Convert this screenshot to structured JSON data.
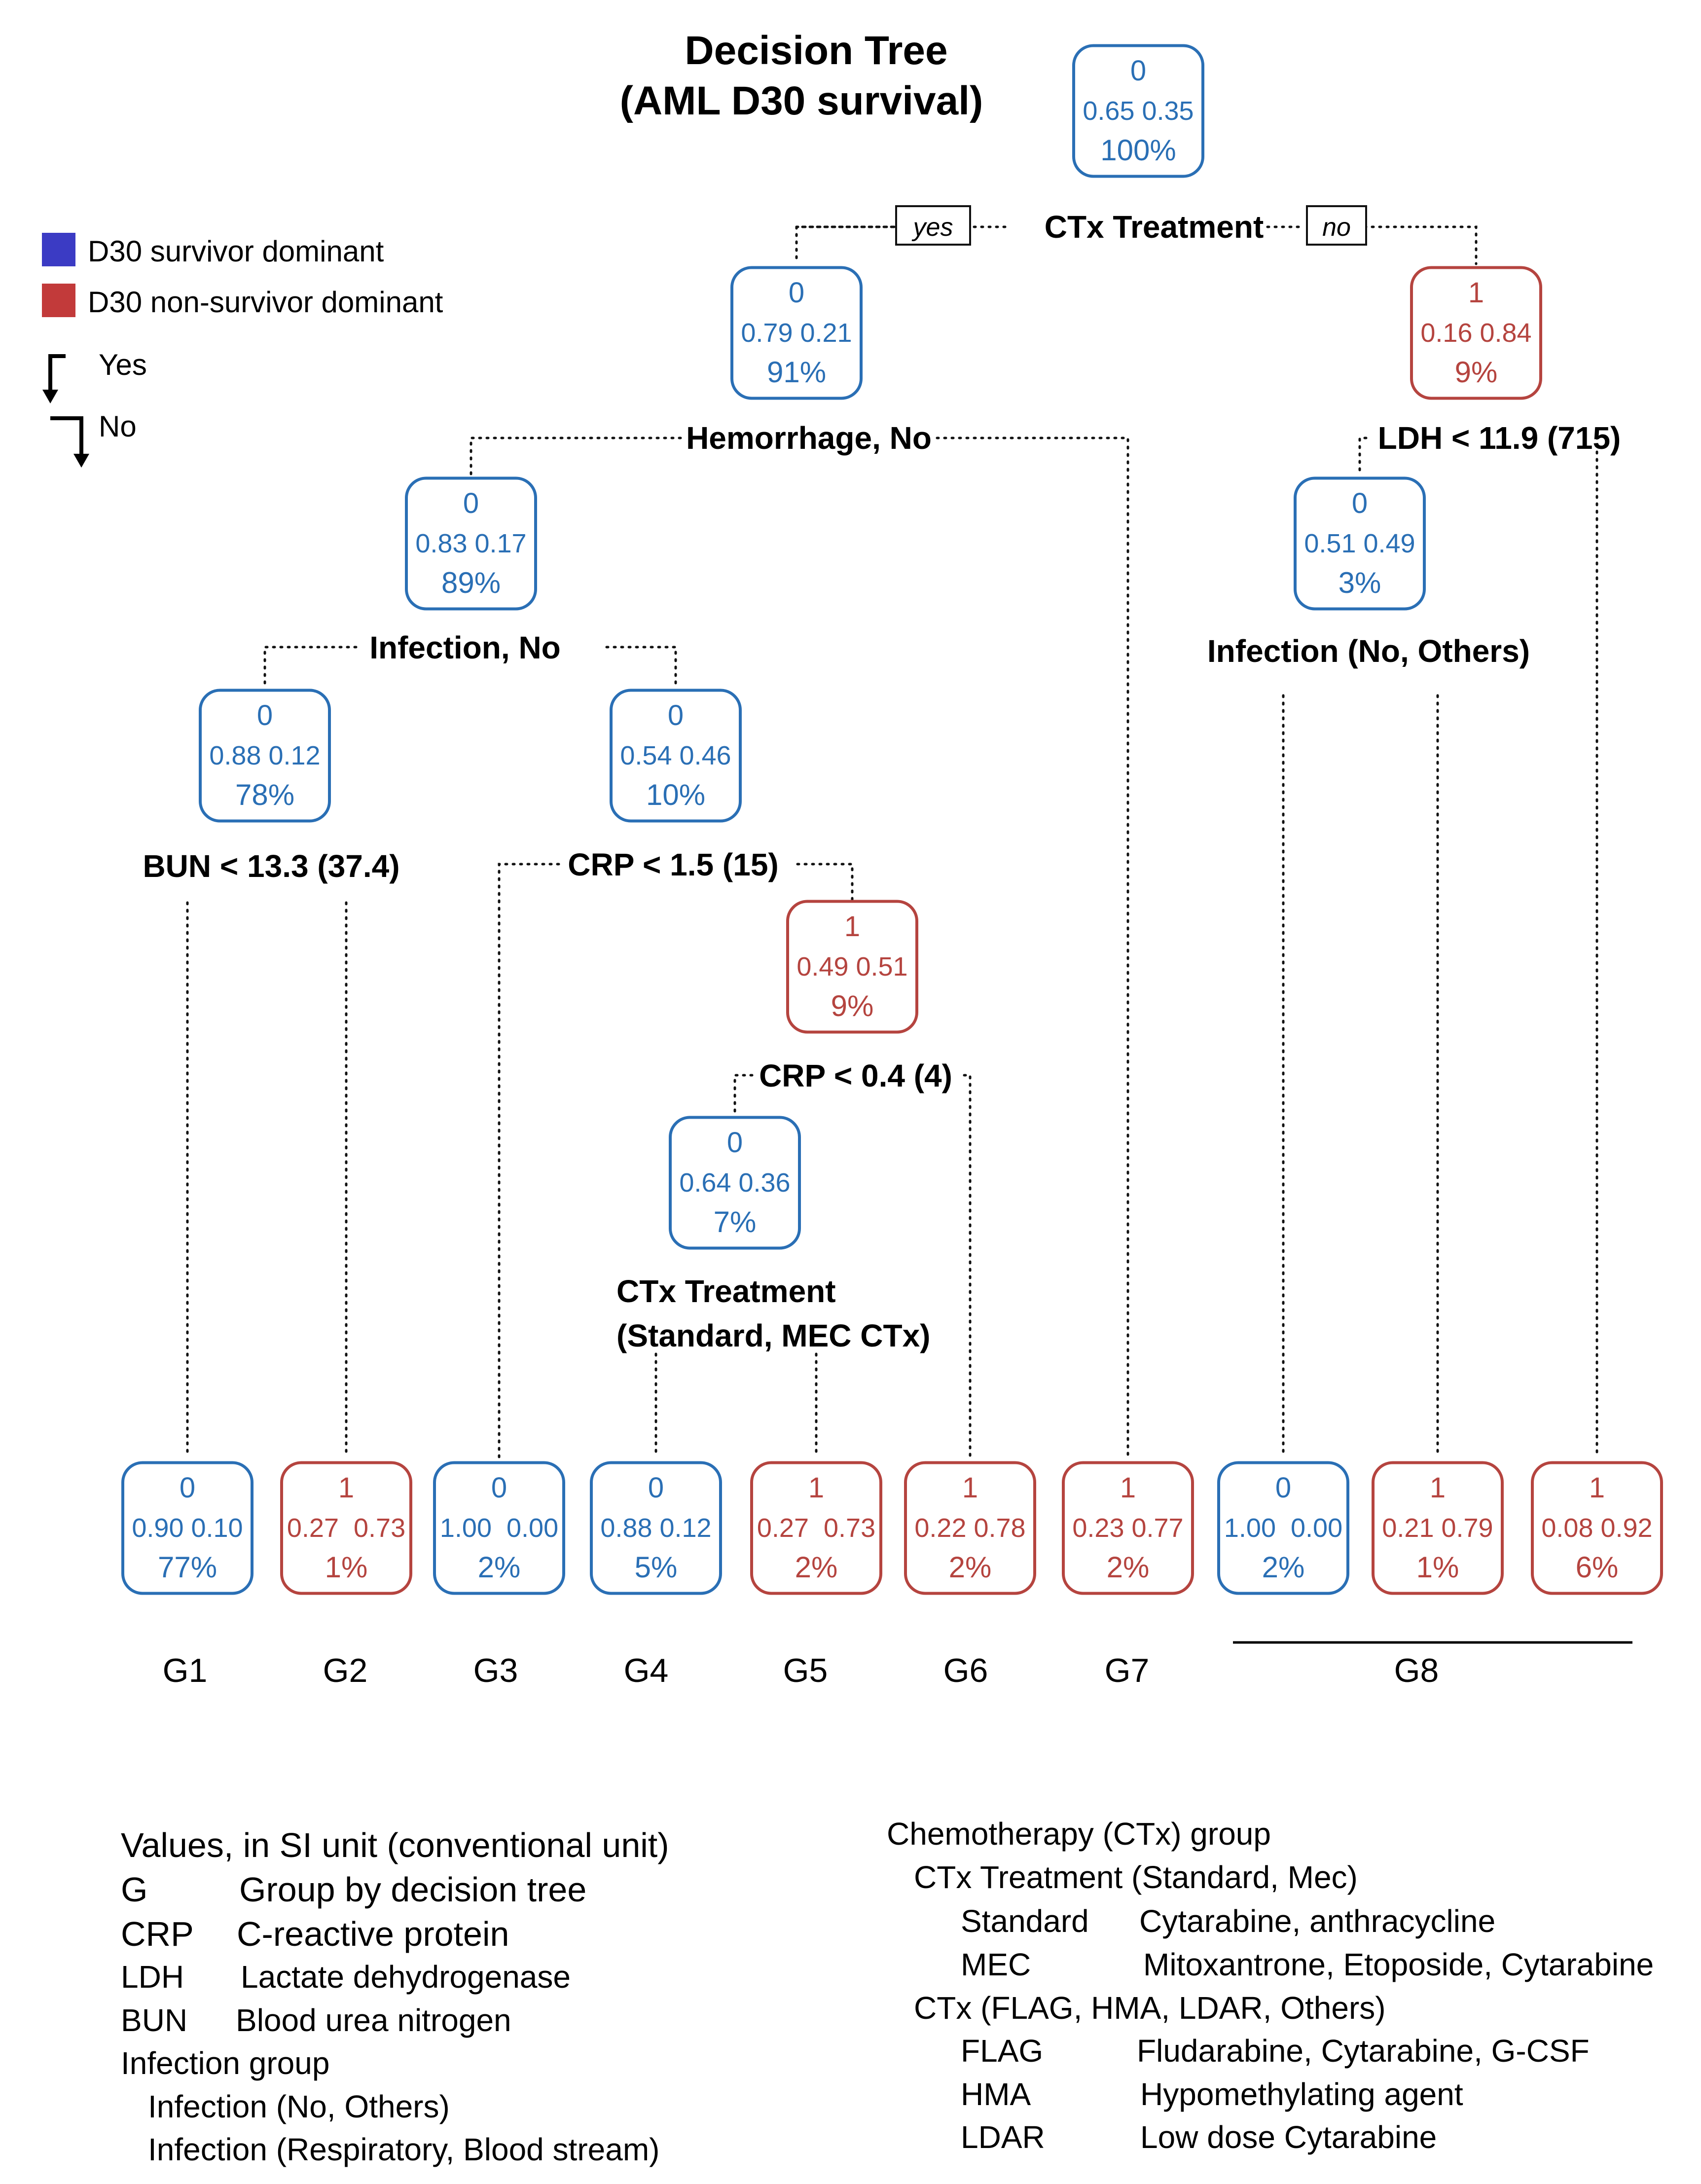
{
  "title": {
    "line1": "Decision Tree",
    "line2": "(AML D30 survival)"
  },
  "colors": {
    "survivor": "#2a6fb5",
    "non_survivor": "#b5443f",
    "survivor_swatch": "#3b3bc4",
    "non_survivor_swatch": "#c23a3a"
  },
  "legend": {
    "survivor_label": "D30 survivor dominant",
    "non_survivor_label": "D30 non-survivor dominant",
    "yes_label": "Yes",
    "no_label": "No"
  },
  "branch_labels": {
    "yes": "yes",
    "no": "no"
  },
  "nodes": [
    {
      "id": "root",
      "class": "0",
      "probs": "0.65 0.35",
      "pct": "100%",
      "dominant": "survivor"
    },
    {
      "id": "n2",
      "class": "0",
      "probs": "0.79 0.21",
      "pct": "91%",
      "dominant": "survivor"
    },
    {
      "id": "n3",
      "class": "1",
      "probs": "0.16 0.84",
      "pct": "9%",
      "dominant": "non_survivor"
    },
    {
      "id": "n4",
      "class": "0",
      "probs": "0.83 0.17",
      "pct": "89%",
      "dominant": "survivor"
    },
    {
      "id": "n6",
      "class": "0",
      "probs": "0.51 0.49",
      "pct": "3%",
      "dominant": "survivor"
    },
    {
      "id": "n8",
      "class": "0",
      "probs": "0.88 0.12",
      "pct": "78%",
      "dominant": "survivor"
    },
    {
      "id": "n9",
      "class": "0",
      "probs": "0.54 0.46",
      "pct": "10%",
      "dominant": "survivor"
    },
    {
      "id": "n19",
      "class": "1",
      "probs": "0.49 0.51",
      "pct": "9%",
      "dominant": "non_survivor"
    },
    {
      "id": "n38",
      "class": "0",
      "probs": "0.64 0.36",
      "pct": "7%",
      "dominant": "survivor"
    }
  ],
  "splits": [
    {
      "id": "s_root",
      "label": "CTx Treatment"
    },
    {
      "id": "s_n2",
      "label": "Hemorrhage, No"
    },
    {
      "id": "s_n3",
      "label": "LDH < 11.9 (715)"
    },
    {
      "id": "s_n4",
      "label": "Infection, No"
    },
    {
      "id": "s_n6",
      "label": "Infection (No, Others)"
    },
    {
      "id": "s_n8",
      "label": "BUN < 13.3 (37.4)"
    },
    {
      "id": "s_n9",
      "label": "CRP < 1.5 (15)"
    },
    {
      "id": "s_n19",
      "label": "CRP < 0.4 (4)"
    },
    {
      "id": "s_n38",
      "lines": [
        "CTx Treatment",
        "(Standard, MEC CTx)"
      ]
    }
  ],
  "leaves": [
    {
      "id": "L1",
      "class": "0",
      "probs": "0.90 0.10",
      "pct": "77%",
      "dominant": "survivor"
    },
    {
      "id": "L2",
      "class": "1",
      "probs": "0.27  0.73",
      "pct": "1%",
      "dominant": "non_survivor"
    },
    {
      "id": "L3",
      "class": "0",
      "probs": "1.00  0.00",
      "pct": "2%",
      "dominant": "survivor"
    },
    {
      "id": "L4",
      "class": "0",
      "probs": "0.88 0.12",
      "pct": "5%",
      "dominant": "survivor"
    },
    {
      "id": "L5",
      "class": "1",
      "probs": "0.27  0.73",
      "pct": "2%",
      "dominant": "non_survivor"
    },
    {
      "id": "L6",
      "class": "1",
      "probs": "0.22 0.78",
      "pct": "2%",
      "dominant": "non_survivor"
    },
    {
      "id": "L7",
      "class": "1",
      "probs": "0.23 0.77",
      "pct": "2%",
      "dominant": "non_survivor"
    },
    {
      "id": "L8",
      "class": "0",
      "probs": "1.00  0.00",
      "pct": "2%",
      "dominant": "survivor"
    },
    {
      "id": "L9",
      "class": "1",
      "probs": "0.21 0.79",
      "pct": "1%",
      "dominant": "non_survivor"
    },
    {
      "id": "L10",
      "class": "1",
      "probs": "0.08 0.92",
      "pct": "6%",
      "dominant": "non_survivor"
    }
  ],
  "groups": [
    "G1",
    "G2",
    "G3",
    "G4",
    "G5",
    "G6",
    "G7",
    "G8"
  ],
  "abbreviations_left": {
    "heading": "Values, in SI unit (conventional unit)",
    "rows": [
      {
        "term": "G",
        "desc": "Group by decision tree"
      },
      {
        "term": "CRP",
        "desc": "C-reactive protein"
      },
      {
        "term": "LDH",
        "desc": "Lactate dehydrogenase"
      },
      {
        "term": "BUN",
        "desc": "Blood urea nitrogen"
      }
    ],
    "infection_heading": "Infection group",
    "infection_rows": [
      "Infection (No, Others)",
      "Infection (Respiratory, Blood stream)"
    ]
  },
  "abbreviations_right": {
    "heading": "Chemotherapy (CTx) group",
    "sub1": "CTx Treatment (Standard, Mec)",
    "sub1_rows": [
      {
        "term": "Standard",
        "desc": "Cytarabine, anthracycline"
      },
      {
        "term": "MEC",
        "desc": "Mitoxantrone, Etoposide, Cytarabine"
      }
    ],
    "sub2": "CTx (FLAG, HMA, LDAR, Others)",
    "sub2_rows": [
      {
        "term": "FLAG",
        "desc": "Fludarabine, Cytarabine, G-CSF"
      },
      {
        "term": "HMA",
        "desc": "Hypomethylating agent"
      },
      {
        "term": "LDAR",
        "desc": "Low dose Cytarabine"
      }
    ]
  }
}
